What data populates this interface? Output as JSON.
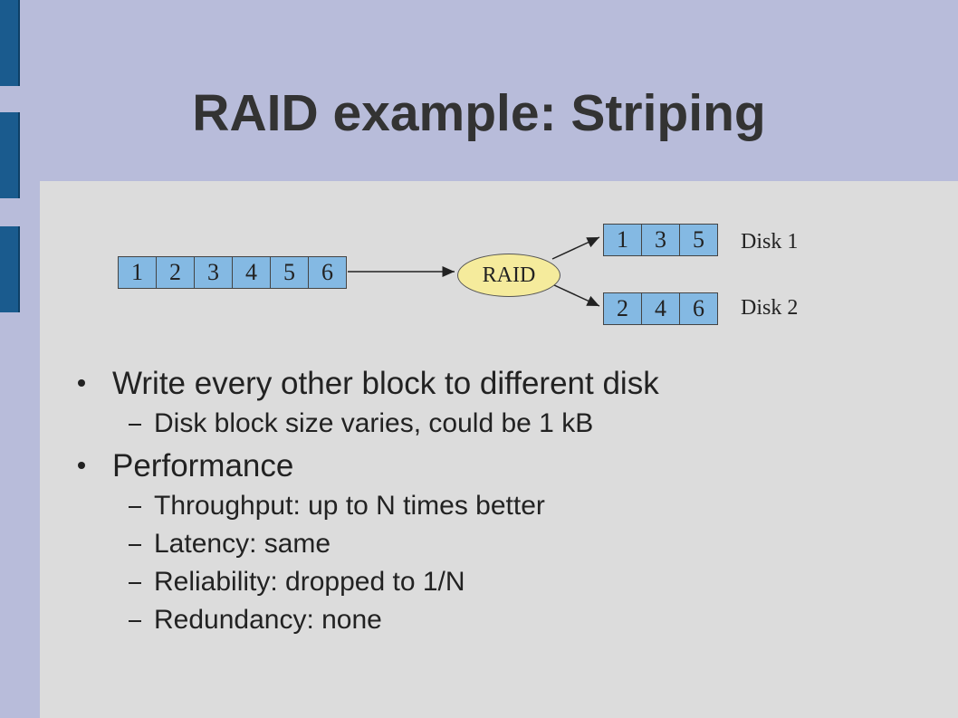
{
  "slide": {
    "title": "RAID example: Striping",
    "accent_color": "#1a5b8e",
    "header_background": "#b8bcda",
    "body_background": "#dcdcdc"
  },
  "diagram": {
    "input_blocks": [
      "1",
      "2",
      "3",
      "4",
      "5",
      "6"
    ],
    "raid_label": "RAID",
    "disk1": {
      "blocks": [
        "1",
        "3",
        "5"
      ],
      "label": "Disk 1"
    },
    "disk2": {
      "blocks": [
        "2",
        "4",
        "6"
      ],
      "label": "Disk 2"
    },
    "block_color": "#84b9e3",
    "raid_color": "#f5eb9c"
  },
  "bullets": [
    {
      "text": "Write every other block to different disk",
      "sub": [
        "Disk block size varies, could be 1 kB"
      ]
    },
    {
      "text": "Performance",
      "sub": [
        "Throughput: up to N times better",
        "Latency: same",
        "Reliability: dropped to 1/N",
        "Redundancy: none"
      ]
    }
  ]
}
